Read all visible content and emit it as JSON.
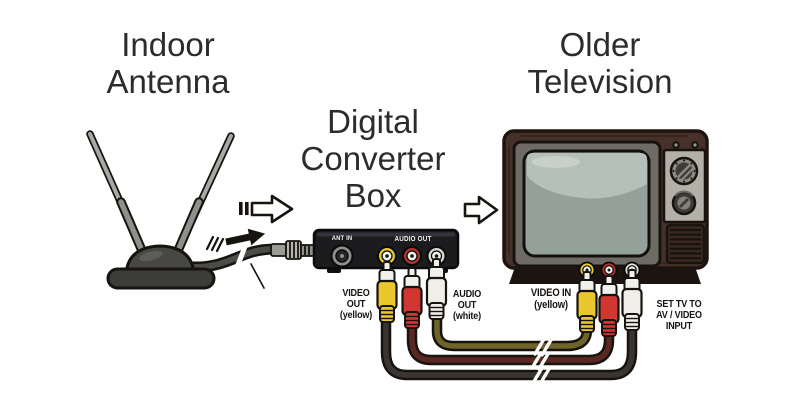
{
  "headings": {
    "antenna": "Indoor\nAntenna",
    "converter_box": "Digital\nConverter\nBox",
    "television": "Older\nTelevision"
  },
  "converter_box": {
    "ant_in_port_label": "ANT IN",
    "audio_out_ports_label": "AUDIO OUT"
  },
  "connection_labels": {
    "video_out": "VIDEO\nOUT\n(yellow)",
    "audio_out": "AUDIO\nOUT\n(white)",
    "video_in": "VIDEO IN\n(yellow)",
    "set_tv": "SET TV TO\nAV / VIDEO\nINPUT"
  },
  "icons": {
    "flow_arrow_antenna_to_box": "hollow-right-arrow",
    "flow_arrow_box_to_tv": "hollow-right-arrow",
    "signal_arrow_on_coax": "solid-right-arrow"
  },
  "colors": {
    "rca_yellow": "#e9c72f",
    "rca_red": "#cf3730",
    "rca_white": "#efeee8",
    "jack_red_ring": "#b5332f",
    "cable_black": "#3a3531",
    "cable_maroon": "#5a2820",
    "cable_olive": "#6f652a",
    "converter_box_black": "#1c1c1f",
    "tv_frame_brown": "#46312a",
    "tv_screen_gray": "#94a09a",
    "heading_text": "#2c2c2c"
  }
}
